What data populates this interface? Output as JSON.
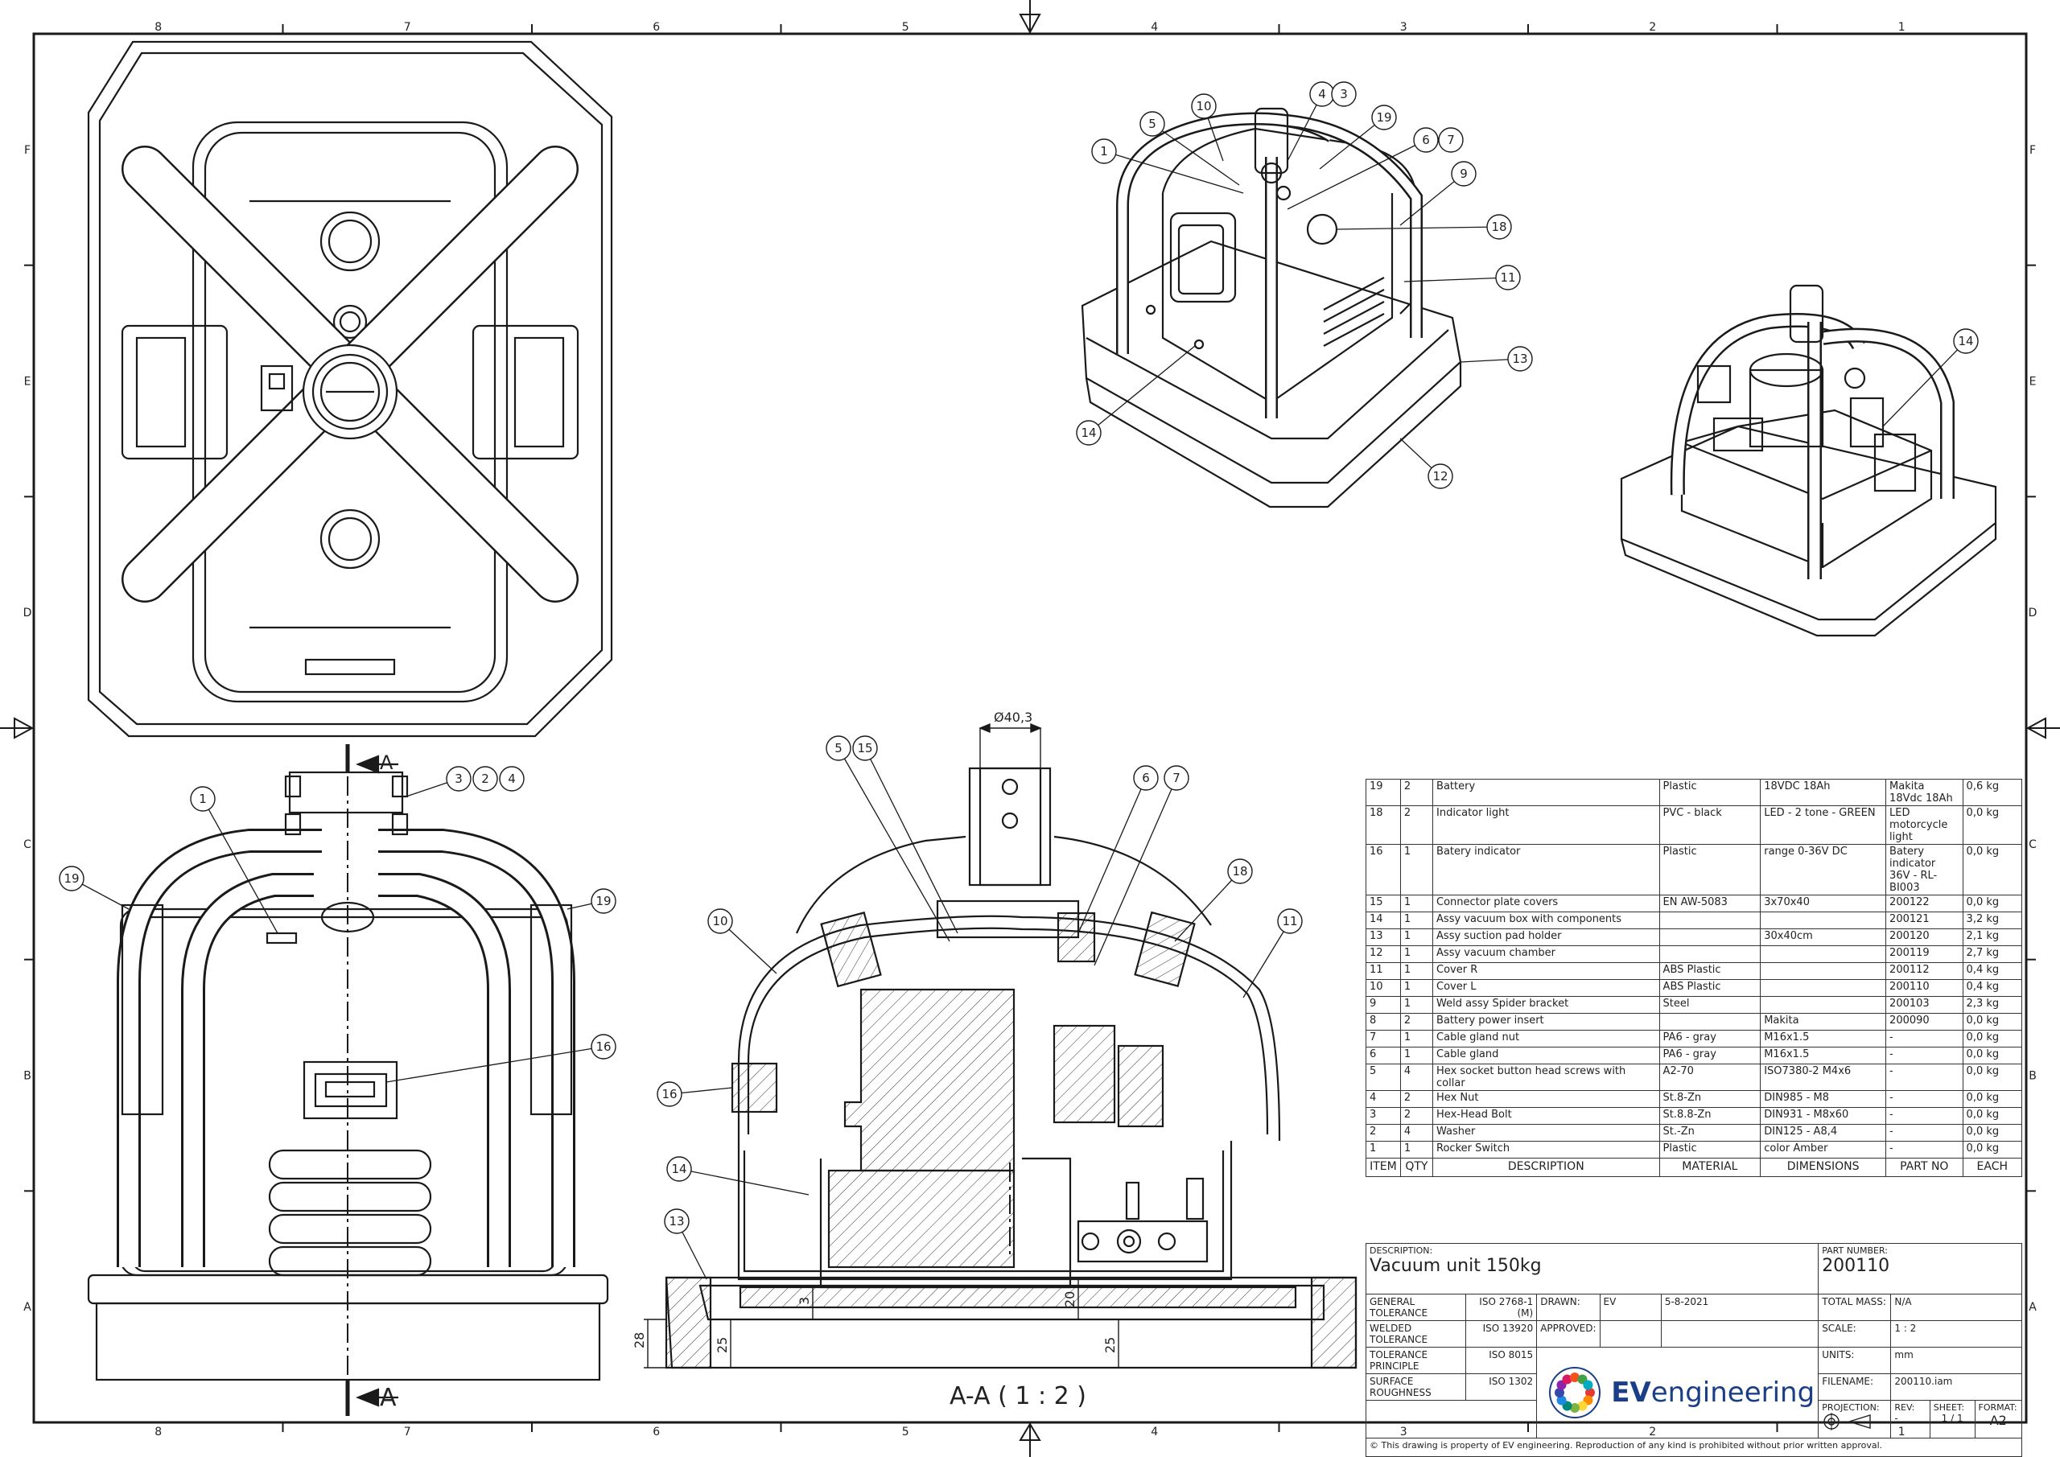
{
  "zones": {
    "cols": [
      "8",
      "7",
      "6",
      "5",
      "4",
      "3",
      "2",
      "1"
    ],
    "rows": [
      "F",
      "E",
      "D",
      "C",
      "B",
      "A"
    ]
  },
  "views": {
    "section_marker_top": "A",
    "section_marker_bottom": "A",
    "section_title": "A-A ( 1 : 2 )",
    "diameter_dim": "Ø40,3",
    "dims": [
      "28",
      "25",
      "3",
      "20",
      "25"
    ]
  },
  "balloons_iso": [
    "1",
    "5",
    "10",
    "4",
    "3",
    "19",
    "6",
    "7",
    "9",
    "18",
    "11",
    "13",
    "12",
    "14"
  ],
  "balloons_iso2": [
    "14"
  ],
  "balloons_front": [
    "1",
    "3",
    "2",
    "4",
    "19",
    "19",
    "16"
  ],
  "balloons_section": [
    "5",
    "15",
    "6",
    "7",
    "18",
    "10",
    "11",
    "16",
    "14",
    "13"
  ],
  "bom": {
    "headers": [
      "ITEM",
      "QTY",
      "DESCRIPTION",
      "MATERIAL",
      "DIMENSIONS",
      "PART NO",
      "EACH"
    ],
    "rows": [
      {
        "item": "19",
        "qty": "2",
        "desc": "Battery",
        "mat": "Plastic",
        "dim": "18VDC 18Ah",
        "part": "Makita 18Vdc 18Ah",
        "each": "0,6 kg"
      },
      {
        "item": "18",
        "qty": "2",
        "desc": "Indicator light",
        "mat": "PVC - black",
        "dim": "LED - 2 tone - GREEN",
        "part": "LED motorcycle light",
        "each": "0,0 kg"
      },
      {
        "item": "16",
        "qty": "1",
        "desc": "Batery indicator",
        "mat": "Plastic",
        "dim": "range 0-36V DC",
        "part": "Batery indicator 36V - RL-BI003",
        "each": "0,0 kg"
      },
      {
        "item": "15",
        "qty": "1",
        "desc": "Connector plate covers",
        "mat": "EN AW-5083",
        "dim": "3x70x40",
        "part": "200122",
        "each": "0,0 kg"
      },
      {
        "item": "14",
        "qty": "1",
        "desc": "Assy vacuum box with components",
        "mat": "",
        "dim": "",
        "part": "200121",
        "each": "3,2 kg"
      },
      {
        "item": "13",
        "qty": "1",
        "desc": "Assy suction pad holder",
        "mat": "",
        "dim": "30x40cm",
        "part": "200120",
        "each": "2,1 kg"
      },
      {
        "item": "12",
        "qty": "1",
        "desc": "Assy vacuum chamber",
        "mat": "",
        "dim": "",
        "part": "200119",
        "each": "2,7 kg"
      },
      {
        "item": "11",
        "qty": "1",
        "desc": "Cover R",
        "mat": "ABS Plastic",
        "dim": "",
        "part": "200112",
        "each": "0,4 kg"
      },
      {
        "item": "10",
        "qty": "1",
        "desc": "Cover L",
        "mat": "ABS Plastic",
        "dim": "",
        "part": "200110",
        "each": "0,4 kg"
      },
      {
        "item": "9",
        "qty": "1",
        "desc": "Weld assy Spider bracket",
        "mat": "Steel",
        "dim": "",
        "part": "200103",
        "each": "2,3 kg"
      },
      {
        "item": "8",
        "qty": "2",
        "desc": "Battery power insert",
        "mat": "",
        "dim": "Makita",
        "part": "200090",
        "each": "0,0 kg"
      },
      {
        "item": "7",
        "qty": "1",
        "desc": "Cable gland nut",
        "mat": "PA6 - gray",
        "dim": "M16x1.5",
        "part": "-",
        "each": "0,0 kg"
      },
      {
        "item": "6",
        "qty": "1",
        "desc": "Cable gland",
        "mat": "PA6 - gray",
        "dim": "M16x1.5",
        "part": "-",
        "each": "0,0 kg"
      },
      {
        "item": "5",
        "qty": "4",
        "desc": "Hex socket button head screws with collar",
        "mat": "A2-70",
        "dim": "ISO7380-2 M4x6",
        "part": "-",
        "each": "0,0 kg"
      },
      {
        "item": "4",
        "qty": "2",
        "desc": "Hex Nut",
        "mat": "St.8-Zn",
        "dim": "DIN985 - M8",
        "part": "-",
        "each": "0,0 kg"
      },
      {
        "item": "3",
        "qty": "2",
        "desc": "Hex-Head Bolt",
        "mat": "St.8.8-Zn",
        "dim": "DIN931 - M8x60",
        "part": "-",
        "each": "0,0 kg"
      },
      {
        "item": "2",
        "qty": "4",
        "desc": "Washer",
        "mat": "St.-Zn",
        "dim": "DIN125 - A8,4",
        "part": "-",
        "each": "0,0 kg"
      },
      {
        "item": "1",
        "qty": "1",
        "desc": "Rocker Switch",
        "mat": "Plastic",
        "dim": "color Amber",
        "part": "-",
        "each": "0,0 kg"
      }
    ]
  },
  "title_block": {
    "description_label": "DESCRIPTION:",
    "description": "Vacuum unit 150kg",
    "part_number_label": "PART NUMBER:",
    "part_number": "200110",
    "general_tolerance_label": "GENERAL TOLERANCE",
    "general_tolerance": "ISO 2768-1 (M)",
    "welded_tolerance_label": "WELDED TOLERANCE",
    "welded_tolerance": "ISO 13920",
    "tolerance_principle_label": "TOLERANCE PRINCIPLE",
    "tolerance_principle": "ISO 8015",
    "surface_roughness_label": "SURFACE ROUGHNESS",
    "surface_roughness": "ISO 1302",
    "drawn_label": "DRAWN:",
    "drawn": "EV",
    "drawn_date": "5-8-2021",
    "approved_label": "APPROVED:",
    "total_mass_label": "TOTAL MASS:",
    "total_mass": "N/A",
    "scale_label": "SCALE:",
    "scale": "1 : 2",
    "units_label": "UNITS:",
    "units": "mm",
    "filename_label": "FILENAME:",
    "filename": "200110.iam",
    "projection_label": "PROJECTION:",
    "rev_label": "REV:",
    "rev": "-",
    "sheet_label": "SHEET:",
    "sheet": "1 / 1",
    "format_label": "FORMAT:",
    "format": "A2",
    "logo_bold": "EV",
    "logo_rest": "engineering",
    "copyright": "© This drawing is property of EV engineering. Reproduction of any kind is prohibited without prior written approval."
  },
  "colors": {
    "line": "#1a1a1a",
    "logo_blue": "#1b3f86"
  }
}
